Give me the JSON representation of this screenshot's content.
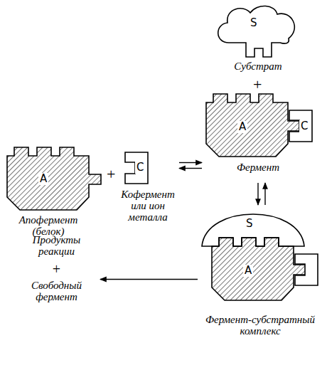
{
  "diagram": {
    "nodes": [
      {
        "text": [
          "S",
          "Субстрат"
        ]
      },
      {
        "text": [
          "A",
          "Апофермент (белок)"
        ]
      },
      {
        "text": [
          "C",
          "Кофермент или ион металла"
        ]
      },
      {
        "text": [
          "A",
          "C",
          "Фермент"
        ]
      },
      {
        "text": [
          "S",
          "A",
          "Фермент-субстратный комплекс"
        ]
      },
      {
        "text": [
          "Продукты реакции",
          "+",
          "Свободный фермент"
        ]
      }
    ],
    "edges": [
      {
        "from": 2,
        "to": 3,
        "arrow": "both"
      },
      {
        "from": 3,
        "to": 4,
        "arrow": "both"
      },
      {
        "from": 4,
        "to": 5,
        "arrow": "to"
      }
    ],
    "labels": [
      "+",
      "+"
    ]
  }
}
